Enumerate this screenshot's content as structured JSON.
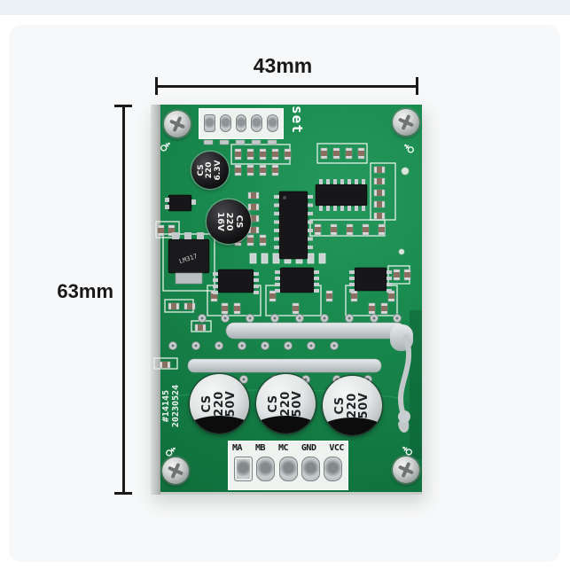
{
  "colors": {
    "pcb_green": "#15814a",
    "board_edge": "#c3c7c4",
    "solder_silver": "#c6ccce",
    "silkscreen_white": "#ffffff",
    "capacitor_sleeve_black": "#0c0c0d",
    "top_strip": "#ecf1f5",
    "card_background": "#f7f8f9",
    "dimension_black": "#1a1a1a"
  },
  "dimensions": {
    "width_label": "43mm",
    "height_label": "63mm"
  },
  "silkscreen": {
    "set_label": "set",
    "serial_line1": "#14145",
    "serial_line2": "20230524"
  },
  "connector": {
    "pins": [
      "MA",
      "MB",
      "MC",
      "GND",
      "VCC"
    ]
  },
  "components": {
    "cap_small_1": {
      "l1": "CS",
      "l2": "220",
      "l3": "6.3V"
    },
    "cap_small_2": {
      "l1": "CS",
      "l2": "220",
      "l3": "16V"
    },
    "cap_big": {
      "l1": "CS",
      "l2": "220",
      "l3": "50V"
    },
    "regulator": {
      "label": "LM317"
    }
  }
}
